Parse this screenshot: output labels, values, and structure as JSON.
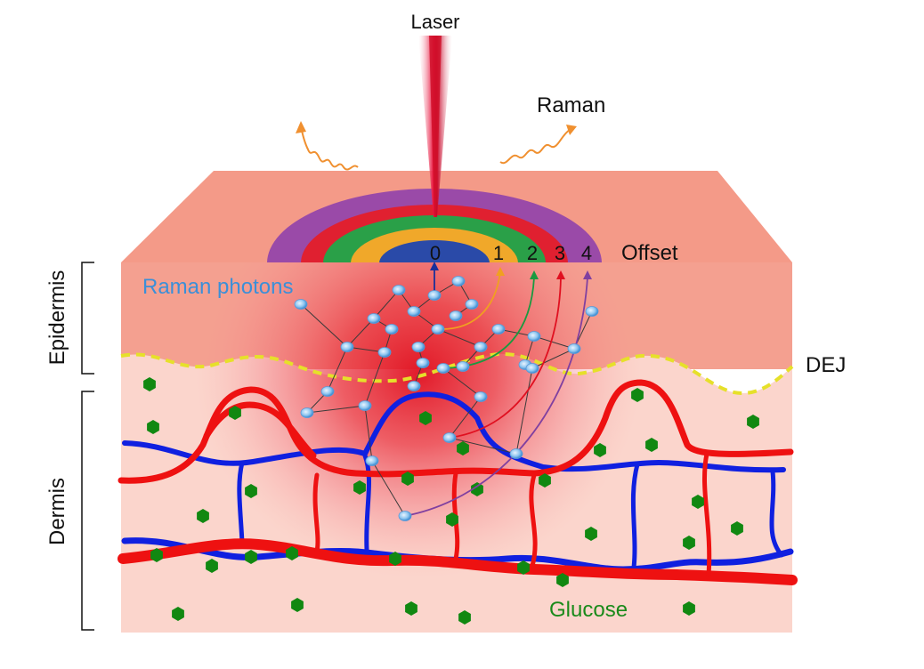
{
  "labels": {
    "laser": "Laser",
    "raman": "Raman",
    "offset": "Offset",
    "raman_photons": "Raman photons",
    "dej": "DEJ",
    "epidermis": "Epidermis",
    "dermis": "Dermis",
    "glucose": "Glucose"
  },
  "offsets": [
    "0",
    "1",
    "2",
    "3",
    "4"
  ],
  "colors": {
    "offset_0": "#1a2f9a",
    "offset_1": "#f0a020",
    "offset_2": "#1a9a40",
    "offset_3": "#e01020",
    "offset_4": "#8040a0",
    "raman_photons_label": "#3b8fd8",
    "glucose_label": "#1a8a1a",
    "artery": "#ee1111",
    "vein": "#1020e0",
    "glucose": "#118811",
    "dej_line": "#e6e02a",
    "raman_wave": "#f09030",
    "epidermis": "#f4a090",
    "dermis": "#fbd5cc"
  }
}
